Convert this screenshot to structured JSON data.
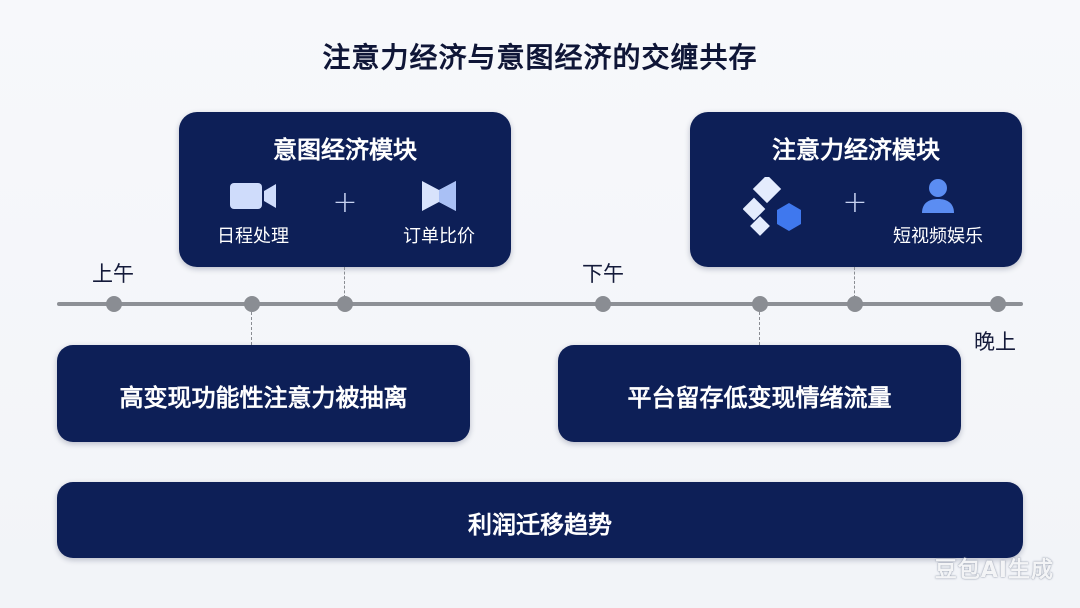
{
  "title": "注意力经济与意图经济的交缠共存",
  "intent_module": {
    "title": "意图经济模块",
    "items": [
      {
        "icon": "video-camera-icon",
        "label": "日程处理"
      },
      {
        "icon": "bowtie-icon",
        "label": "订单比价"
      }
    ],
    "plus": "+"
  },
  "attention_module": {
    "title": "注意力经济模块",
    "items": [
      {
        "icon": "diamond-hexagon-icon",
        "label": ""
      },
      {
        "icon": "person-icon",
        "label": "短视频娱乐"
      }
    ],
    "plus": "+"
  },
  "timeline": {
    "labels": {
      "morning": "上午",
      "afternoon": "下午",
      "evening": "晚上"
    }
  },
  "bars": {
    "left": "高变现功能性注意力被抽离",
    "right": "平台留存低变现情绪流量",
    "bottom": "利润迁移趋势"
  },
  "colors": {
    "card": "#0d1f57",
    "accent_blue": "#4a7ff0",
    "light_blue": "#cfdcfb",
    "timeline": "#8d9096"
  },
  "watermark": "豆包AI生成"
}
